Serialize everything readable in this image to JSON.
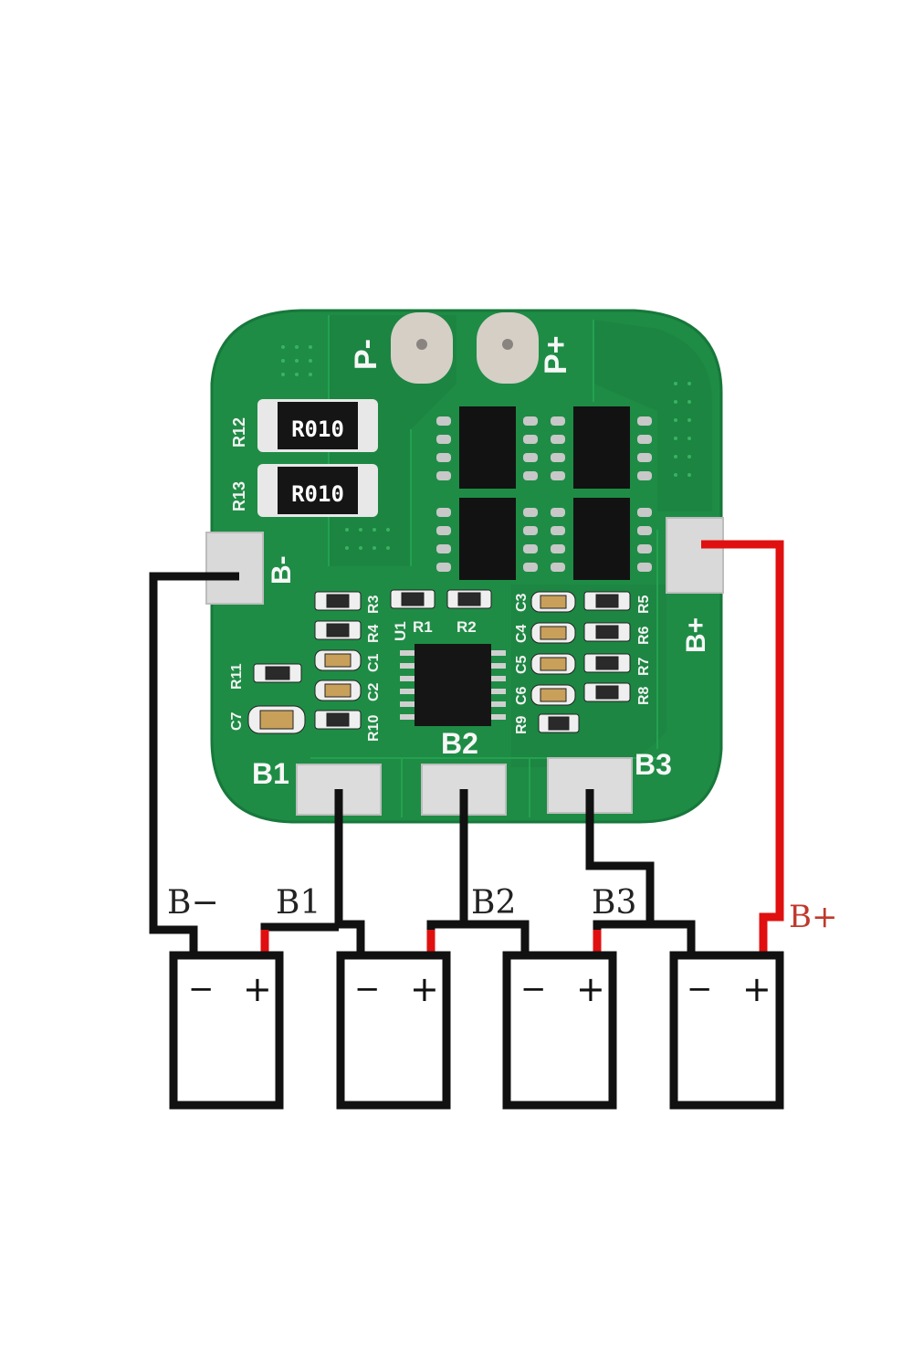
{
  "board": {
    "pad_p_minus": "P-",
    "pad_p_plus": "P+",
    "pad_b_minus": "B-",
    "pad_b_plus": "B+",
    "pad_b1": "B1",
    "pad_b2": "B2",
    "pad_b3": "B3",
    "shunt_top_label": "R12",
    "shunt_top_marking": "R010",
    "shunt_bottom_label": "R13",
    "shunt_bottom_marking": "R010",
    "ic_label": "U1",
    "silk_r1": "R1",
    "silk_r2": "R2",
    "silk_r3": "R3",
    "silk_r4": "R4",
    "silk_r5": "R5",
    "silk_r6": "R6",
    "silk_r7": "R7",
    "silk_r8": "R8",
    "silk_r9": "R9",
    "silk_r10": "R10",
    "silk_r11": "R11",
    "silk_c1": "C1",
    "silk_c2": "C2",
    "silk_c3": "C3",
    "silk_c4": "C4",
    "silk_c5": "C5",
    "silk_c6": "C6",
    "silk_c7": "C7"
  },
  "wiring": {
    "label_b_minus": "B−",
    "label_b1": "B1",
    "label_b2": "B2",
    "label_b3": "B3",
    "label_b_plus": "B+"
  },
  "cells": [
    {
      "minus": "−",
      "plus": "+"
    },
    {
      "minus": "−",
      "plus": "+"
    },
    {
      "minus": "−",
      "plus": "+"
    },
    {
      "minus": "−",
      "plus": "+"
    }
  ],
  "colors": {
    "pcb": "#1e8c45",
    "pcb_dark": "#14703a",
    "pad": "#d9d9d9",
    "wire_black": "#111111",
    "wire_red": "#e01010"
  }
}
